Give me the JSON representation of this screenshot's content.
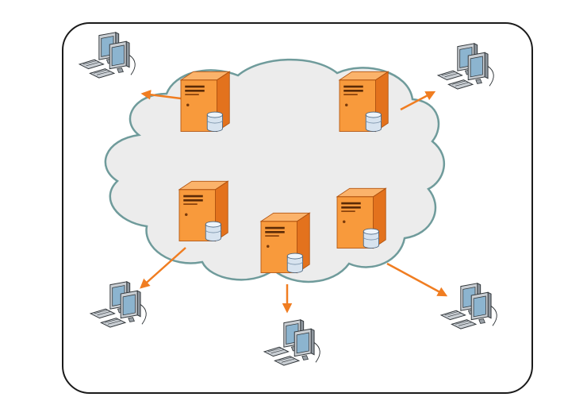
{
  "diagram": {
    "type": "network-topology",
    "frame": "rounded-rectangle",
    "cloud": {
      "label": "",
      "fill": "#ececec",
      "stroke": "#6f9b9b"
    },
    "colors": {
      "server_front": "#f89a3c",
      "server_side": "#e3721d",
      "server_top": "#fbb36b",
      "server_edge": "#b25512",
      "arrow": "#f07d21",
      "frame": "#1a1a1a",
      "database": "#d7e3ef",
      "monitor_screen": "#8cb4cf",
      "client_body": "#c9ced3"
    },
    "servers": [
      {
        "id": "server-top-left",
        "icon": "server-with-database-icon",
        "label": ""
      },
      {
        "id": "server-top-right",
        "icon": "server-with-database-icon",
        "label": ""
      },
      {
        "id": "server-middle-left",
        "icon": "server-with-database-icon",
        "label": ""
      },
      {
        "id": "server-bottom-center",
        "icon": "server-with-database-icon",
        "label": ""
      },
      {
        "id": "server-middle-right",
        "icon": "server-with-database-icon",
        "label": ""
      }
    ],
    "clients": [
      {
        "id": "client-top-left",
        "icon": "desktop-computers-icon",
        "label": ""
      },
      {
        "id": "client-top-right",
        "icon": "desktop-computers-icon",
        "label": ""
      },
      {
        "id": "client-bottom-left",
        "icon": "desktop-computers-icon",
        "label": ""
      },
      {
        "id": "client-bottom-center",
        "icon": "desktop-computers-icon",
        "label": ""
      },
      {
        "id": "client-bottom-right",
        "icon": "desktop-computers-icon",
        "label": ""
      }
    ],
    "links": [
      {
        "from": "server-top-left",
        "to": "client-top-left",
        "arrowhead": "end"
      },
      {
        "from": "server-top-right",
        "to": "client-top-right",
        "arrowhead": "end"
      },
      {
        "from": "server-middle-left",
        "to": "client-bottom-left",
        "arrowhead": "end"
      },
      {
        "from": "server-bottom-center",
        "to": "client-bottom-center",
        "arrowhead": "end"
      },
      {
        "from": "server-middle-right",
        "to": "client-bottom-right",
        "arrowhead": "end"
      }
    ]
  }
}
